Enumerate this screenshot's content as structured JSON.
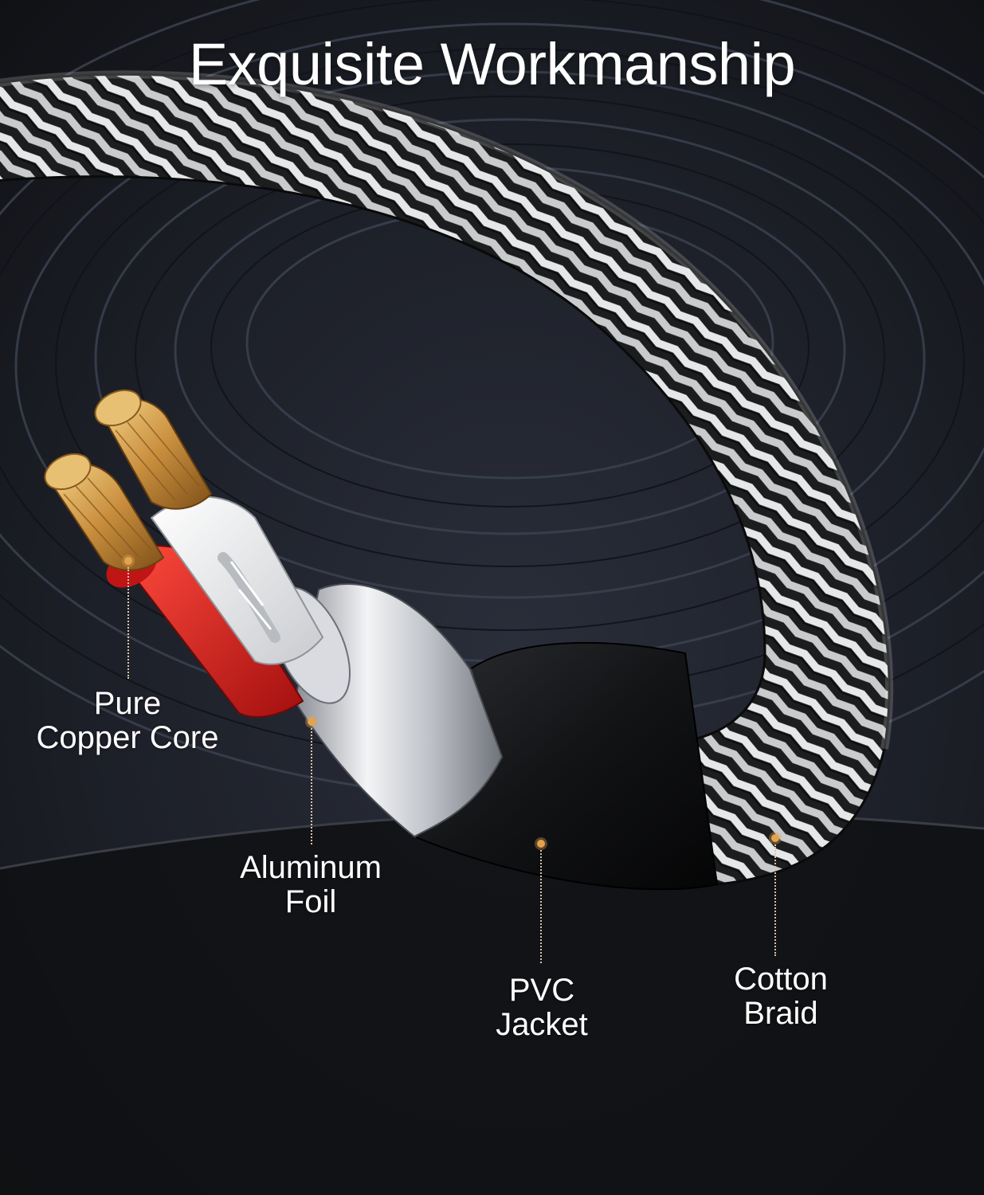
{
  "title": "Exquisite Workmanship",
  "callouts": {
    "copper_core": {
      "line1": "Pure",
      "line2": "Copper Core"
    },
    "aluminum_foil": {
      "line1": "Aluminum",
      "line2": "Foil"
    },
    "pvc_jacket": {
      "line1": "PVC",
      "line2": "Jacket"
    },
    "cotton_braid": {
      "line1": "Cotton",
      "line2": "Braid"
    }
  },
  "colors": {
    "background": "#1a1c22",
    "callout_dot": "#e2a34f",
    "copper": "#c98f3e",
    "red_insulation": "#d11d1d",
    "white_insulation": "#f2f2f2",
    "foil": "#c9ccd2",
    "pvc_jacket": "#17181b"
  }
}
